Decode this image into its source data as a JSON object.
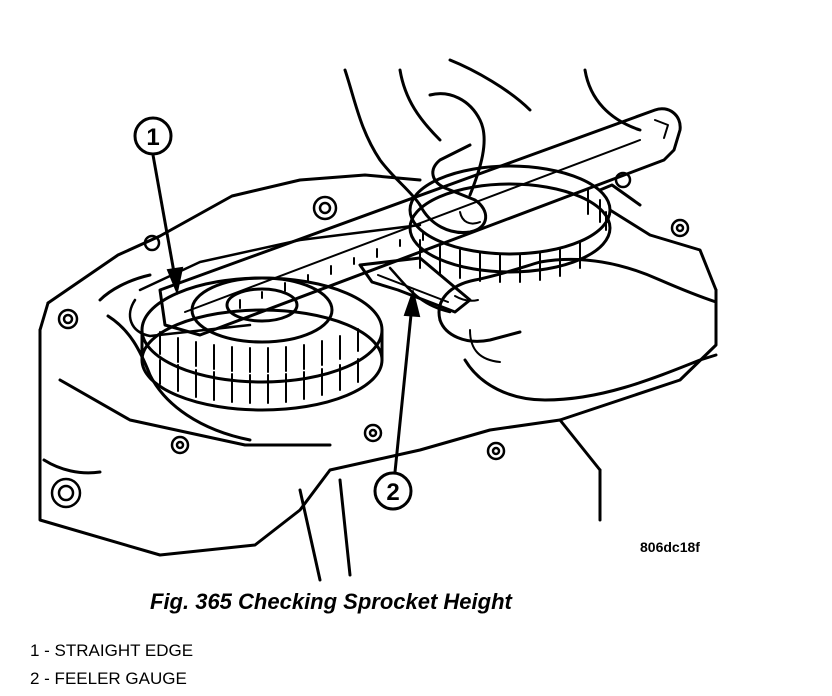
{
  "figure": {
    "code": "806dc18f",
    "caption": "Fig. 365 Checking Sprocket Height"
  },
  "callouts": [
    {
      "number": "1",
      "label": "STRAIGHT EDGE"
    },
    {
      "number": "2",
      "label": "FEELER GAUGE"
    }
  ],
  "legend": [
    "1 - STRAIGHT EDGE",
    "2 - FEELER GAUGE"
  ]
}
